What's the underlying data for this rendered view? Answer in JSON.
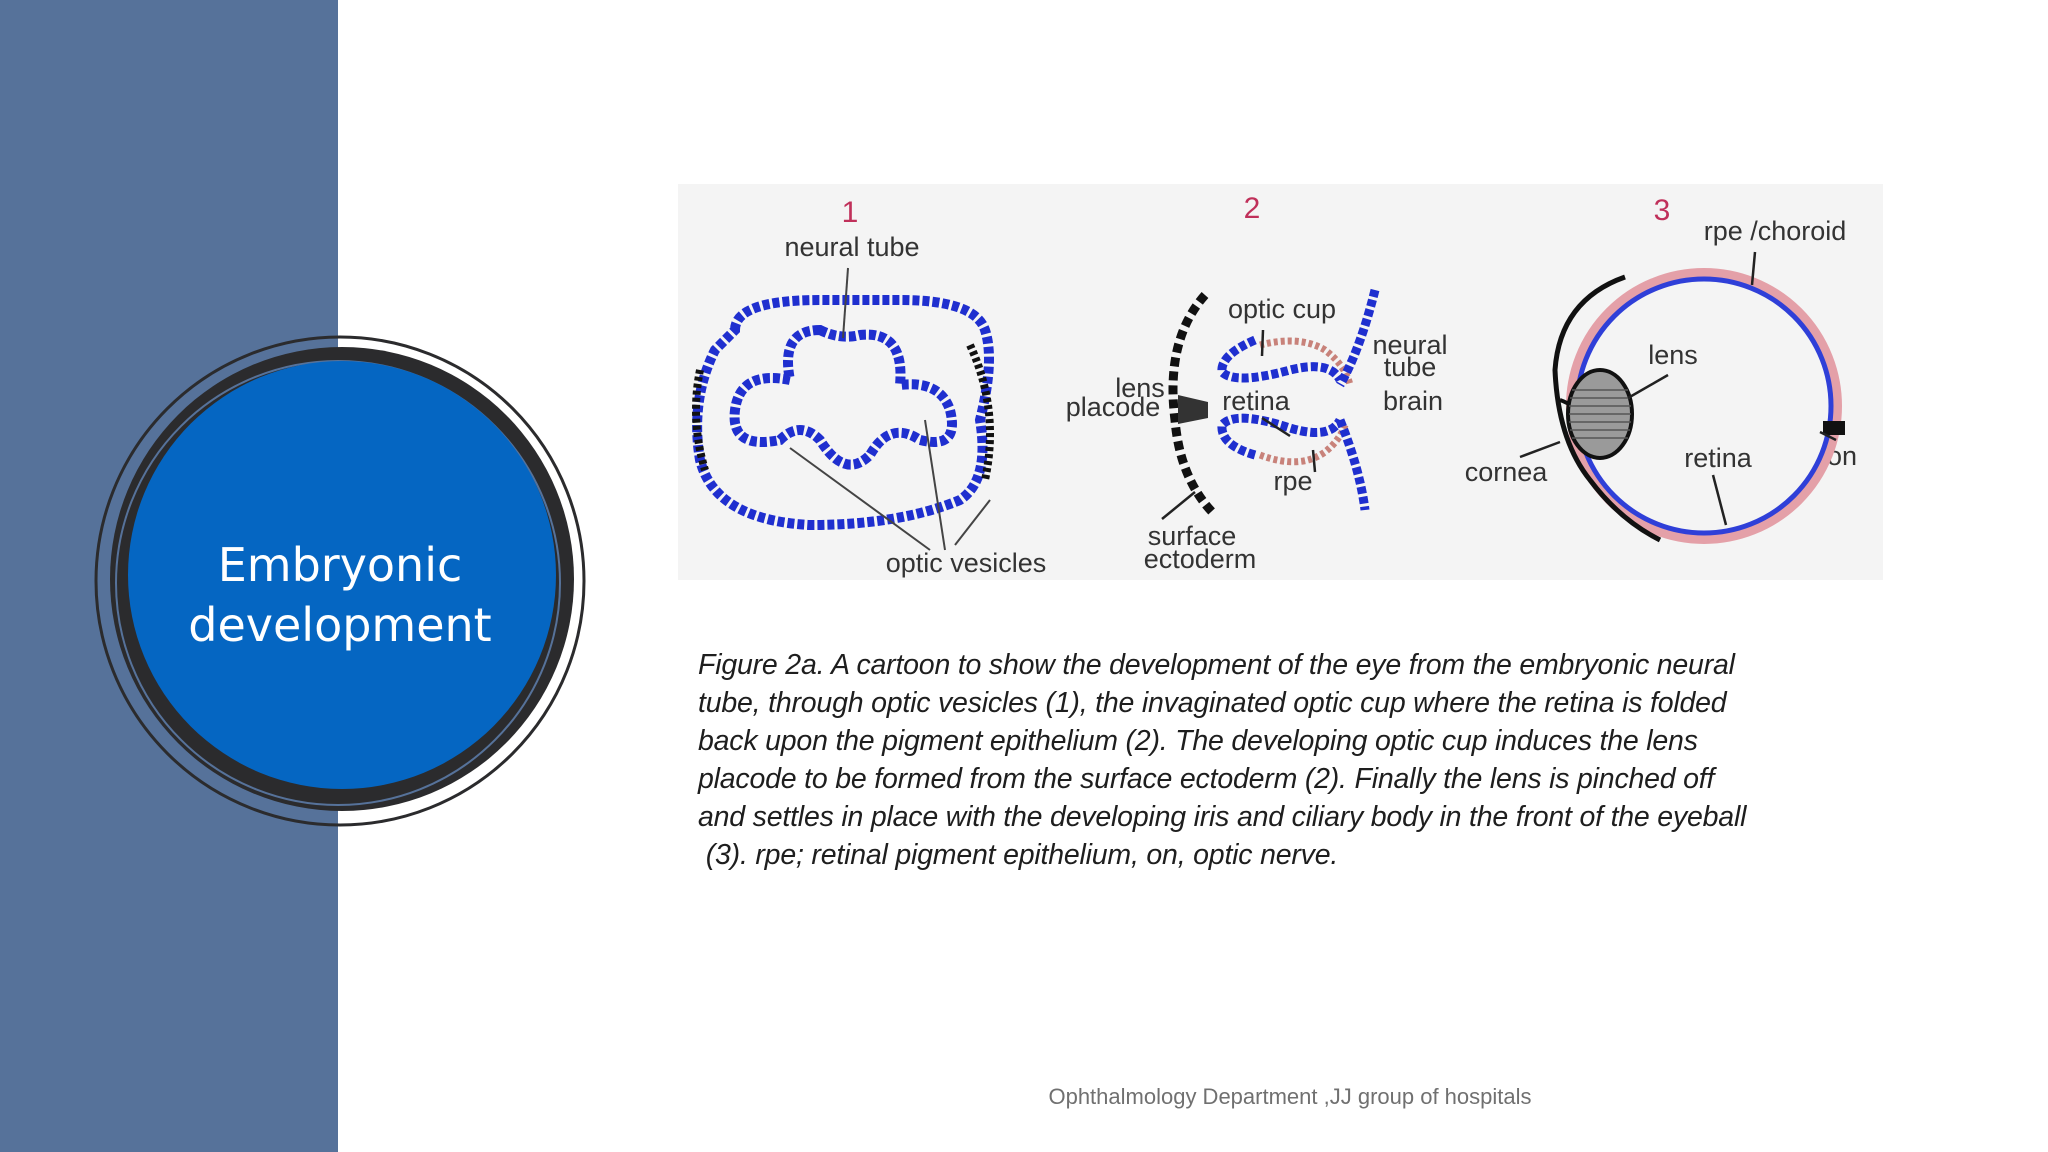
{
  "slide": {
    "title": "Embryonic development",
    "title_lines": [
      "Embryonic",
      "development"
    ],
    "footer": "Ophthalmology Department ,JJ group of hospitals"
  },
  "colors": {
    "sidebar": "#56729a",
    "circle_fill": "#0566c2",
    "circle_ring": "#2b2b2d",
    "tissue_blue": "#1f2fcf",
    "rpe_red": "#c8827a",
    "stage_number": "#c0305a"
  },
  "figure": {
    "stages": [
      {
        "number": "1",
        "labels": {
          "neural_tube": "neural tube",
          "optic_vesicles": "optic vesicles"
        }
      },
      {
        "number": "2",
        "labels": {
          "optic_cup": "optic cup",
          "neural": "neural",
          "tube": "tube",
          "brain": "brain",
          "lens": "lens",
          "placode": "placode",
          "retina": "retina",
          "rpe": "rpe",
          "surface": "surface",
          "ectoderm": "ectoderm"
        }
      },
      {
        "number": "3",
        "labels": {
          "rpe_choroid": "rpe /choroid",
          "lens": "lens",
          "cornea": "cornea",
          "retina": "retina",
          "on": "on"
        }
      }
    ],
    "caption_lines": [
      "Figure 2a. A cartoon to show the development of the eye from the embryonic neural",
      "tube, through optic vesicles (1), the invaginated optic cup where the retina is folded",
      "back upon the pigment epithelium (2). The developing optic cup induces the lens",
      "placode to be formed from the surface ectoderm (2). Finally the lens is pinched off",
      "and settles in place with the developing iris and ciliary body in the front of the eyeball",
      " (3). rpe; retinal pigment epithelium, on, optic nerve."
    ]
  }
}
